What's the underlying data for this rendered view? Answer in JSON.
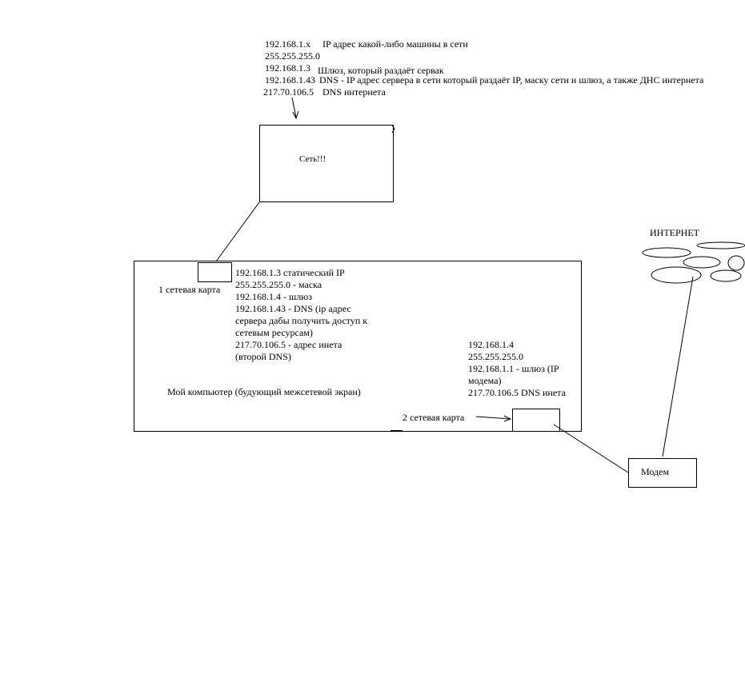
{
  "network_info": {
    "lines": [
      {
        "ip": "192.168.1.x",
        "desc": "IP адрес какой-либо машины в сети"
      },
      {
        "ip": "255.255.255.0",
        "desc": ""
      },
      {
        "ip": "192.168.1.3",
        "desc": "Шлюз, который раздаёт сервак"
      },
      {
        "ip": "192.168.1.43",
        "desc": "DNS - IP адрес сервера  в сети который раздаёт IP, маску сети и шлюз, а также ДНС интернета"
      },
      {
        "ip": "217.70.106.5",
        "desc": "DNS интернета"
      }
    ]
  },
  "network_box": {
    "label": "Сеть!!!"
  },
  "computer": {
    "label": "Мой компьютер (будующий межсетевой экран)",
    "card1": {
      "label": "1 сетевая карта",
      "config": [
        "192.168.1.3 статический IP",
        "255.255.255.0 - маска",
        "192.168.1.4 - шлюз",
        "192.168.1.43 - DNS (ip адрес",
        "сервера дабы получить доступ к",
        "сетевым ресурсам)",
        "217.70.106.5 - адрес инета",
        "(второй DNS)"
      ]
    },
    "card2": {
      "label": "2 сетевая карта",
      "config": [
        "192.168.1.4",
        "255.255.255.0",
        "192.168.1.1 - шлюз (IP",
        "модема)",
        "217.70.106.5  DNS инета"
      ]
    }
  },
  "modem": {
    "label": "Модем"
  },
  "internet": {
    "label": "ИНТЕРНЕТ"
  }
}
